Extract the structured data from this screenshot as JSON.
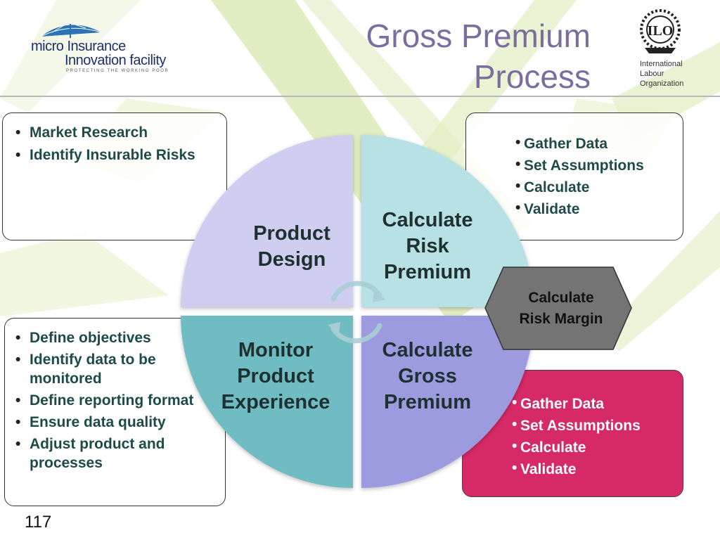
{
  "title": {
    "line1": "Gross Premium",
    "line2": "Process"
  },
  "logo_left": {
    "line1": "micro Insurance",
    "line2": "Innovation facility",
    "tagline": "PROTECTING THE WORKING POOR"
  },
  "logo_right": {
    "line1": "International",
    "line2": "Labour",
    "line3": "Organization"
  },
  "left_top_box": {
    "items": [
      "Market Research",
      "Identify Insurable Risks"
    ]
  },
  "right_top_box": {
    "items": [
      "Gather Data",
      "Set Assumptions",
      "Calculate",
      "Validate"
    ]
  },
  "left_bottom_box": {
    "items": [
      "Define objectives",
      "Identify data to be monitored",
      "Define reporting format",
      "Ensure data quality",
      "Adjust product and processes"
    ]
  },
  "right_bottom_box": {
    "items": [
      "Gather Data",
      "Set Assumptions",
      "Calculate",
      "Validate"
    ]
  },
  "cycle": {
    "product_design": {
      "line1": "Product",
      "line2": "Design",
      "color": "#cfcdf0"
    },
    "calculate_risk_premium": {
      "line1": "Calculate",
      "line2": "Risk",
      "line3": "Premium",
      "color": "#b7e1e4"
    },
    "monitor_product_experience": {
      "line1": "Monitor",
      "line2": "Product",
      "line3": "Experience",
      "color": "#6fbcc3"
    },
    "calculate_gross_premium": {
      "line1": "Calculate",
      "line2": "Gross",
      "line3": "Premium",
      "color": "#9d9be0"
    }
  },
  "hexagon": {
    "line1": "Calculate",
    "line2": "Risk Margin",
    "color": "#747474"
  },
  "colors": {
    "accent_pink": "#d52a65",
    "title": "#7b6e9e",
    "bullet_text": "#1f4a4a"
  },
  "page_number": "117"
}
